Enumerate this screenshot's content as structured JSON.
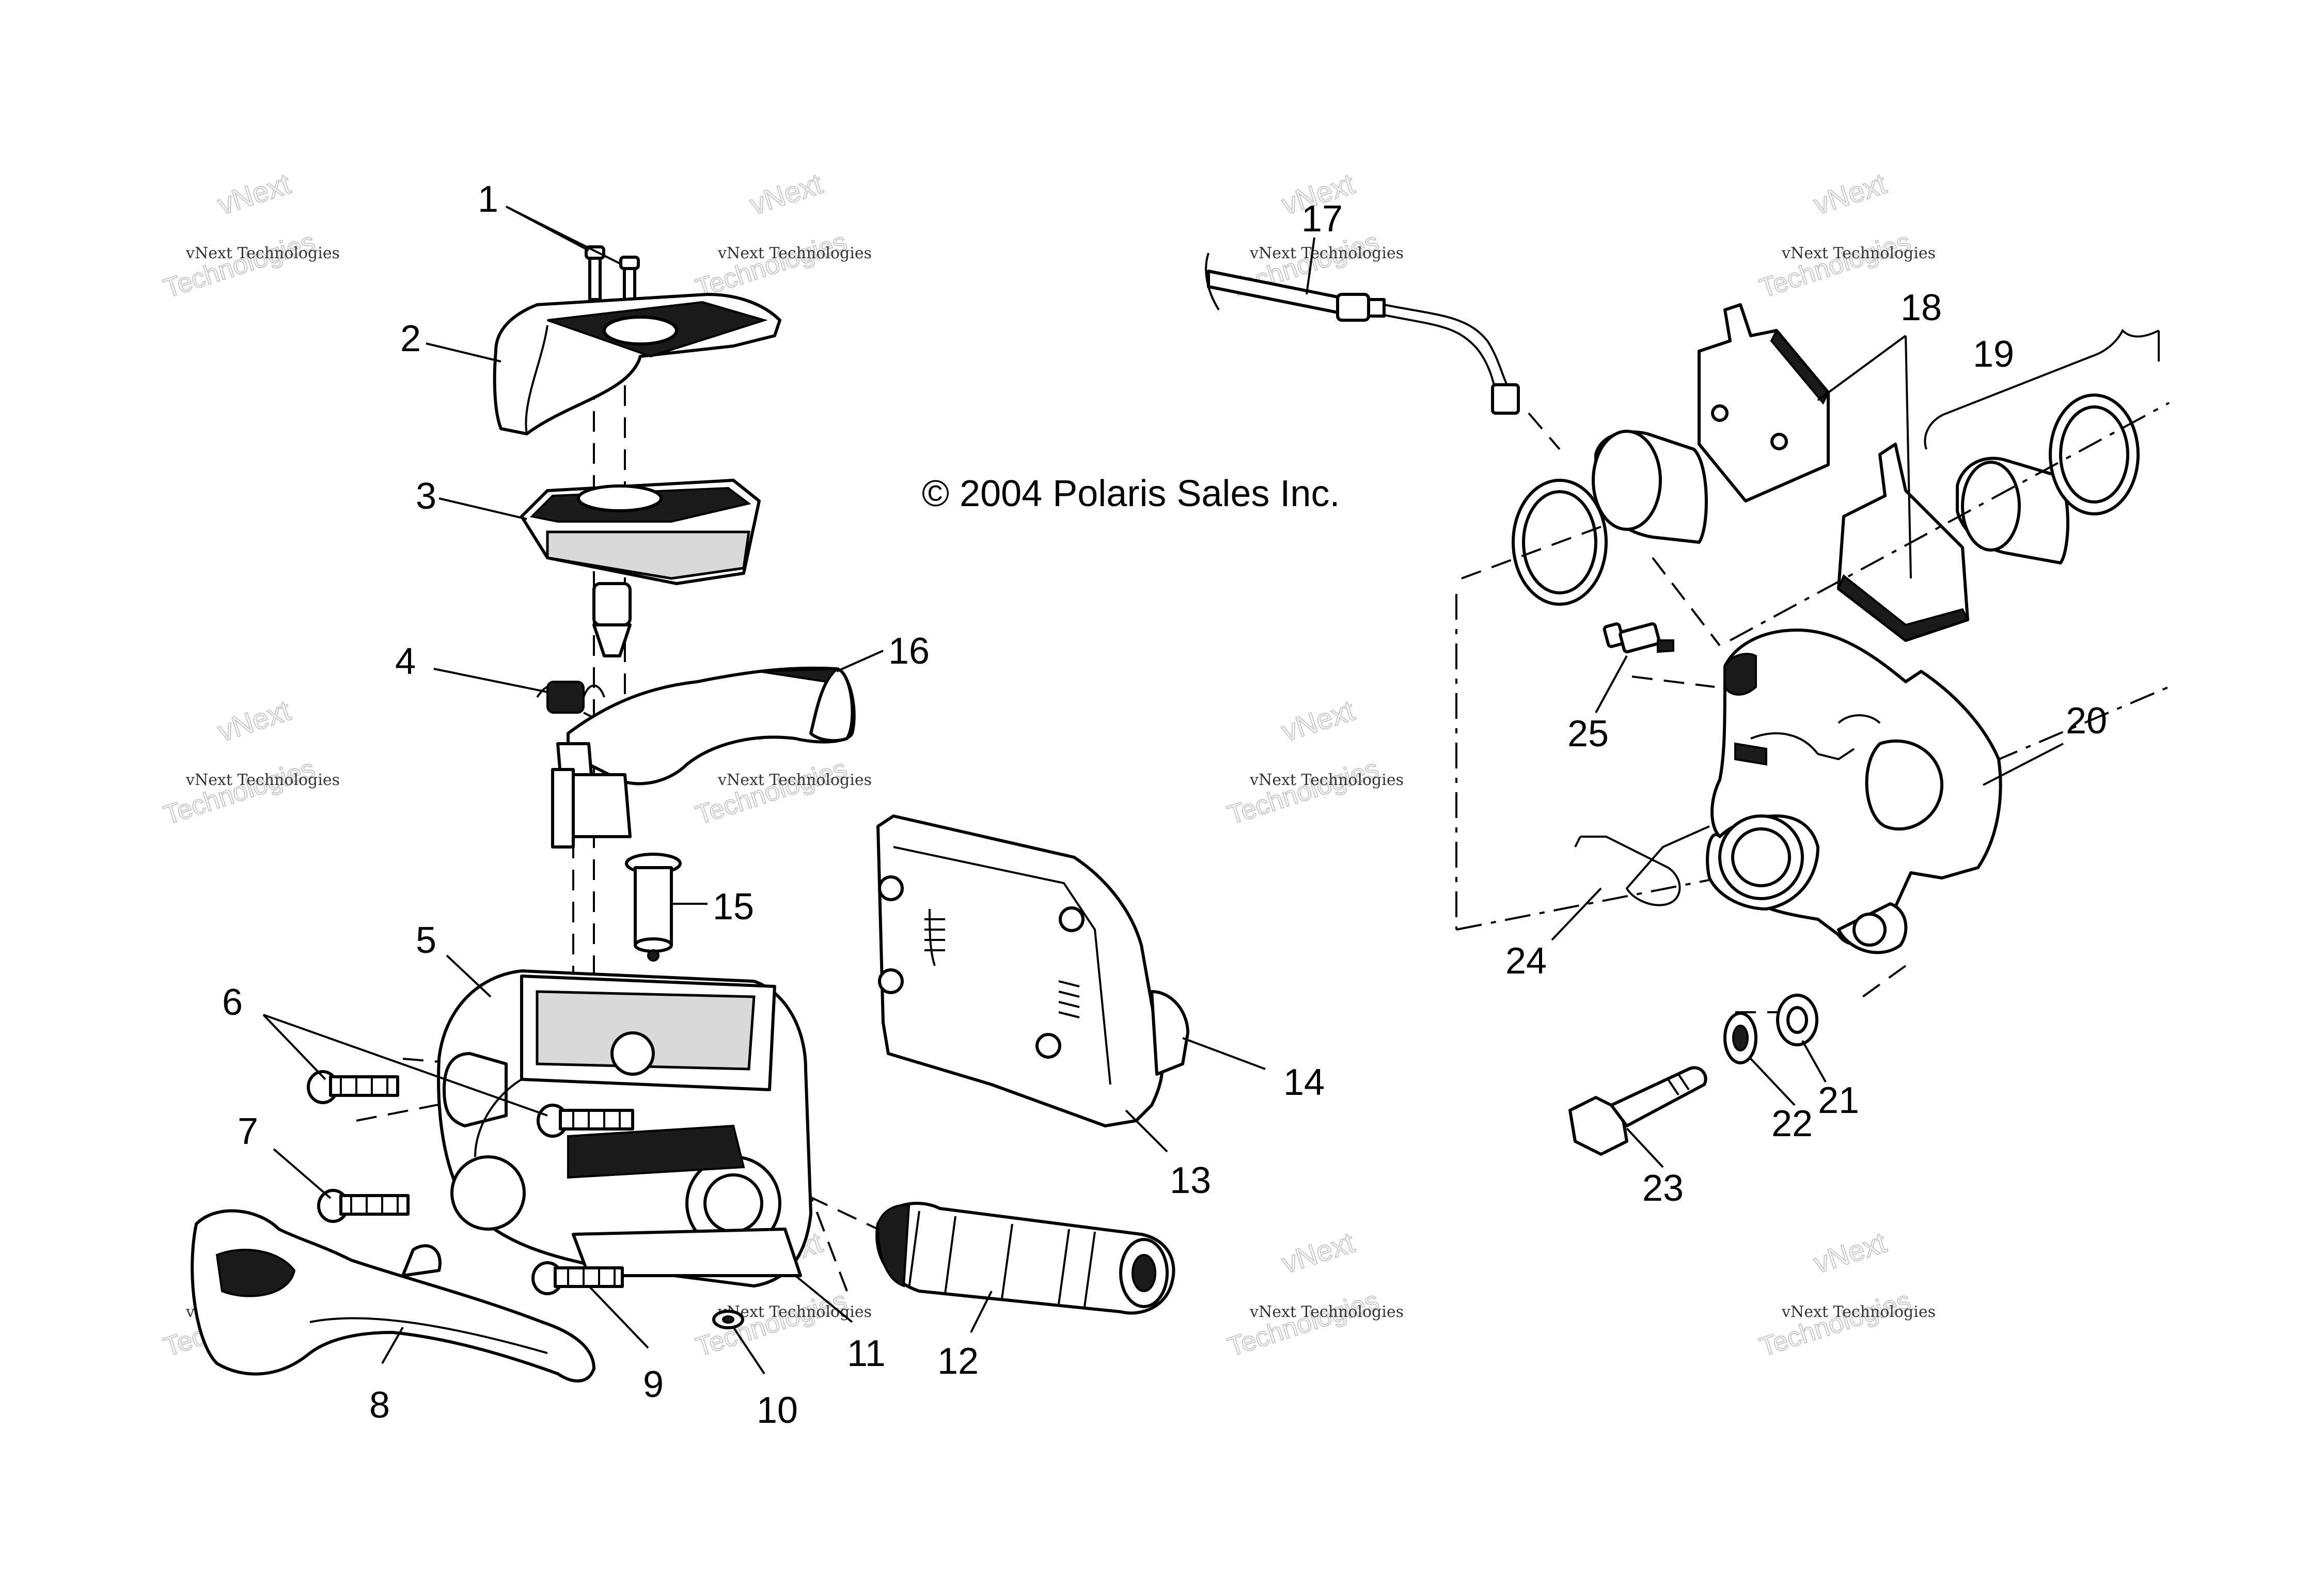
{
  "copyright": "© 2004 Polaris Sales Inc.",
  "watermark": {
    "line1": "vNext Technologies",
    "line2a": "vNext",
    "line2b": "Technologies"
  },
  "callouts": {
    "c1": "1",
    "c2": "2",
    "c3": "3",
    "c4": "4",
    "c5": "5",
    "c6": "6",
    "c7": "7",
    "c8": "8",
    "c9": "9",
    "c10": "10",
    "c11": "11",
    "c12": "12",
    "c13": "13",
    "c14": "14",
    "c15": "15",
    "c16": "16",
    "c17": "17",
    "c18": "18",
    "c19": "19",
    "c20": "20",
    "c21": "21",
    "c22": "22",
    "c23": "23",
    "c24": "24",
    "c25": "25"
  }
}
